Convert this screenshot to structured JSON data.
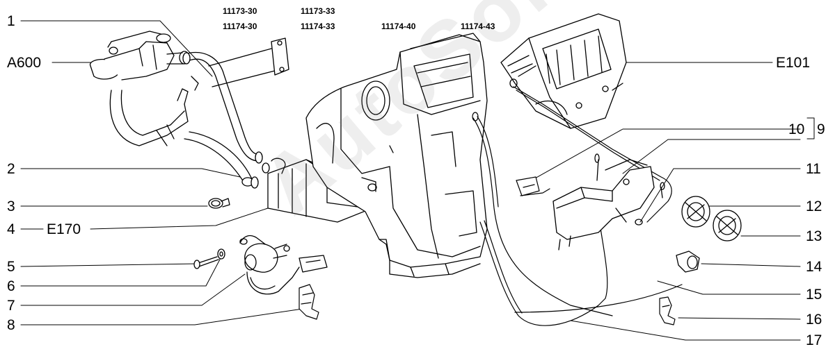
{
  "models": [
    {
      "line1": "11173-30",
      "line2": "11174-30"
    },
    {
      "line1": "11173-33",
      "line2": "11174-33"
    },
    {
      "line1": "11174-40",
      "line2": ""
    },
    {
      "line1": "11174-43",
      "line2": ""
    }
  ],
  "left_labels": [
    "1",
    "A600",
    "2",
    "3",
    "4",
    "E170",
    "5",
    "6",
    "7",
    "8"
  ],
  "right_labels": [
    "E101",
    "10",
    "9",
    "11",
    "12",
    "13",
    "14",
    "15",
    "16",
    "17"
  ],
  "watermark": "AutoSoft",
  "colors": {
    "line": "#000000",
    "background": "#ffffff",
    "watermark": "#787878"
  }
}
